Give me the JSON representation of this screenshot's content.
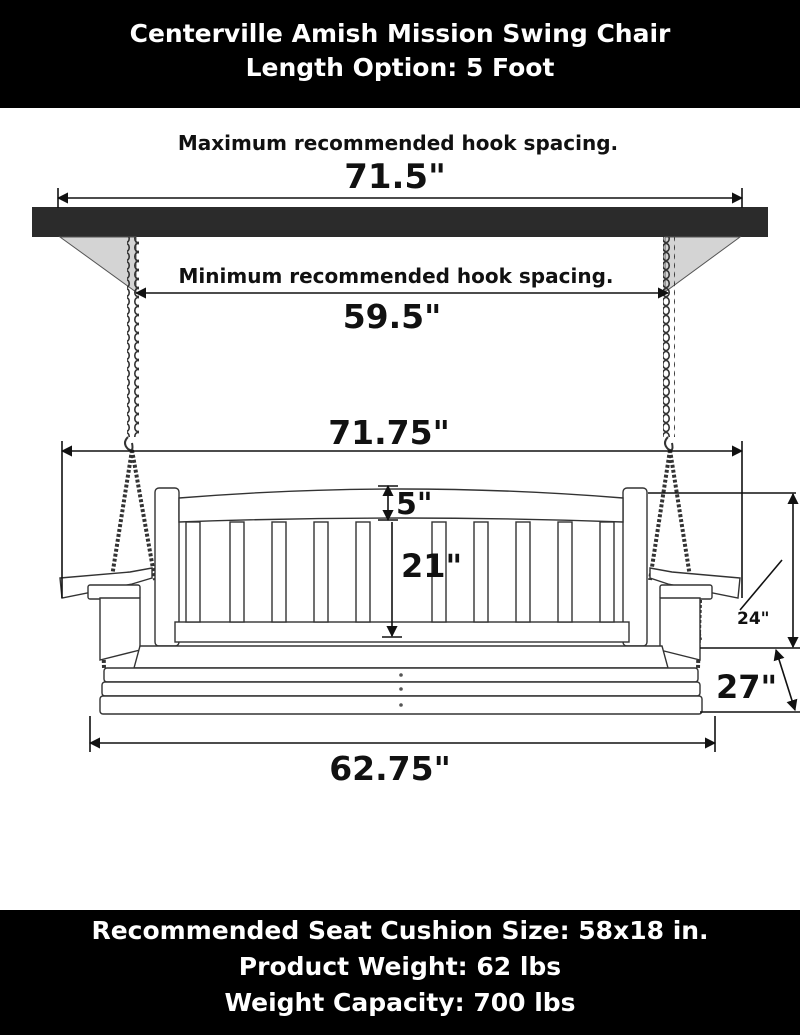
{
  "header": {
    "title": "Centerville Amish Mission Swing Chair",
    "subtitle": "Length Option: 5 Foot"
  },
  "diagram": {
    "max_spacing_label": "Maximum recommended hook spacing.",
    "max_spacing_value": "71.5\"",
    "min_spacing_label": "Minimum recommended hook spacing.",
    "min_spacing_value": "59.5\"",
    "overall_width": "71.75\"",
    "back_top_height": "5\"",
    "back_height": "21\"",
    "side_height": "24\"",
    "seat_depth": "27\"",
    "seat_width": "62.75\""
  },
  "footer": {
    "cushion": "Recommended Seat Cushion Size: 58x18 in.",
    "weight": "Product Weight: 62 lbs",
    "capacity": "Weight Capacity: 700 lbs"
  },
  "colors": {
    "banner": "#000000",
    "beam": "#2b2b2b",
    "bracket": "#d4d4d4",
    "line": "#111111"
  }
}
